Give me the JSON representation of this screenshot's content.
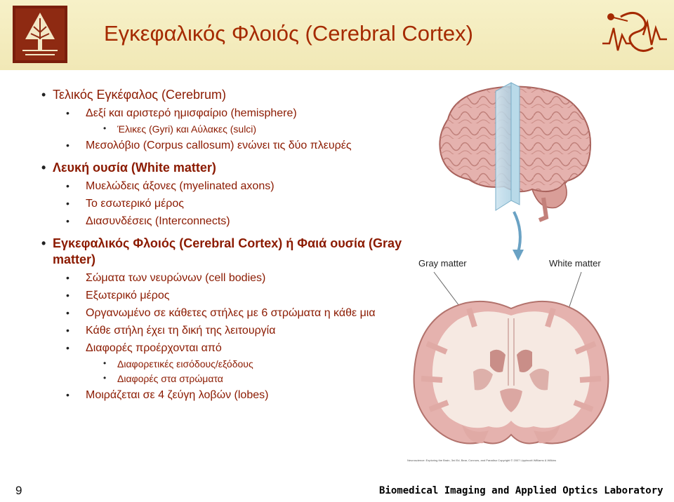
{
  "header": {
    "title": "Εγκεφαλικός Φλοιός (Cerebral Cortex)"
  },
  "outline": [
    {
      "level": 1,
      "bold": false,
      "text": "Τελικός Εγκέφαλος (Cerebrum)"
    },
    {
      "level": 2,
      "bold": false,
      "text": "Δεξί και αριστερό ημισφαίριο (hemisphere)"
    },
    {
      "level": 3,
      "bold": false,
      "text": "Έλικες (Gyri) και Αύλακες (sulci)"
    },
    {
      "level": 2,
      "bold": false,
      "text": "Μεσολόβιο (Corpus callosum) ενώνει τις δύο πλευρές"
    },
    {
      "level": 1,
      "bold": true,
      "gap": true,
      "text": "Λευκή ουσία (White matter)"
    },
    {
      "level": 2,
      "bold": false,
      "text": "Μυελώδεις άξονες (myelinated axons)"
    },
    {
      "level": 2,
      "bold": false,
      "text": "Το εσωτερικό μέρος"
    },
    {
      "level": 2,
      "bold": false,
      "text": "Διασυνδέσεις (Interconnects)"
    },
    {
      "level": 1,
      "bold": true,
      "gap": true,
      "text": "Εγκεφαλικός Φλοιός (Cerebral Cortex) ή Φαιά ουσία (Gray matter)"
    },
    {
      "level": 2,
      "bold": false,
      "text": "Σώματα των νευρώνων (cell bodies)"
    },
    {
      "level": 2,
      "bold": false,
      "text": "Εξωτερικό μέρος"
    },
    {
      "level": 2,
      "bold": false,
      "text": "Οργανωμένο σε κάθετες στήλες με 6 στρώματα η κάθε μια"
    },
    {
      "level": 2,
      "bold": false,
      "text": "Κάθε στήλη έχει τη δική της λειτουργία"
    },
    {
      "level": 2,
      "bold": false,
      "text": "Διαφορές προέρχονται από"
    },
    {
      "level": 3,
      "bold": false,
      "text": "Διαφορετικές εισόδους/εξόδους"
    },
    {
      "level": 3,
      "bold": false,
      "text": "Διαφορές στα στρώματα"
    },
    {
      "level": 2,
      "bold": false,
      "text": "Μοιράζεται σε 4 ζεύγη λοβών (lobes)"
    }
  ],
  "figure": {
    "gray_label": "Gray matter",
    "white_label": "White matter",
    "credit": "Neuroscience: Exploring the Brain, 3rd Ed, Bear, Connors, and Paradiso Copyright © 2007 Lippincott Williams & Wilkins"
  },
  "footer": {
    "page_number": "9",
    "lab_name": "Biomedical Imaging and Applied Optics Laboratory"
  },
  "colors": {
    "title": "#a52a00",
    "body_text": "#8b1a00",
    "header_band": "#f4ecbf",
    "brain_pink": "#e5b2ae",
    "white_matter": "#f6e9e2"
  },
  "icons": {
    "left_logo": "university-tree-logo-icon",
    "right_logo": "lab-signal-logo-icon"
  }
}
